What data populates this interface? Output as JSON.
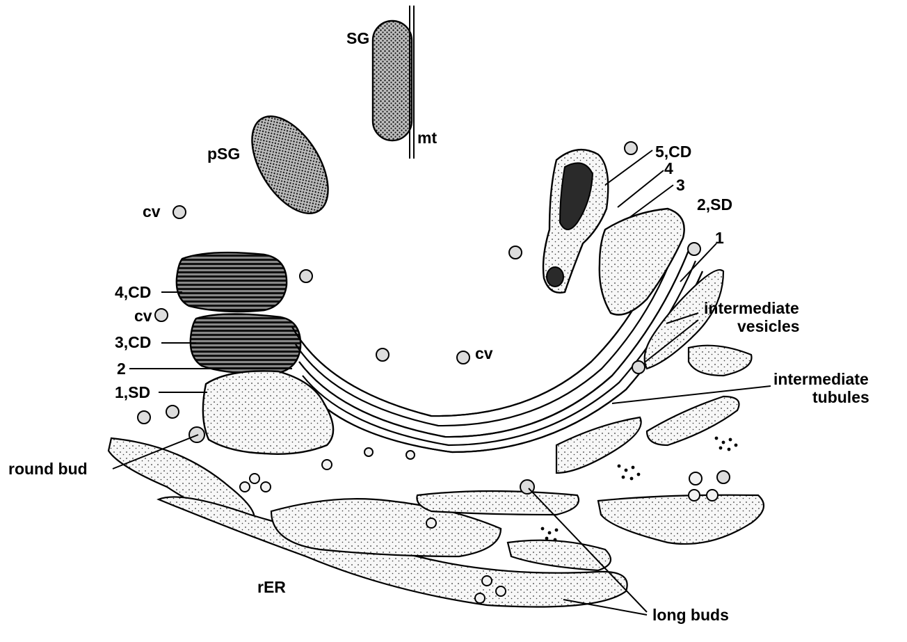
{
  "labels": {
    "sg": "SG",
    "mt": "mt",
    "psg": "pSG",
    "cv_left": "cv",
    "cv_mid": "cv",
    "cv_center": "cv",
    "cd4_left": "4,CD",
    "cd3_left": "3,CD",
    "two_left": "2",
    "sd1_left": "1,SD",
    "cd5_right": "5,CD",
    "four_right": "4",
    "three_right": "3",
    "sd2_right": "2,SD",
    "one_right": "1",
    "intermediate_vesicles_1": "intermediate",
    "intermediate_vesicles_2": "vesicles",
    "intermediate_tubules_1": "intermediate",
    "intermediate_tubules_2": "tubules",
    "round_bud": "round bud",
    "rer": "rER",
    "long_buds": "long buds"
  }
}
